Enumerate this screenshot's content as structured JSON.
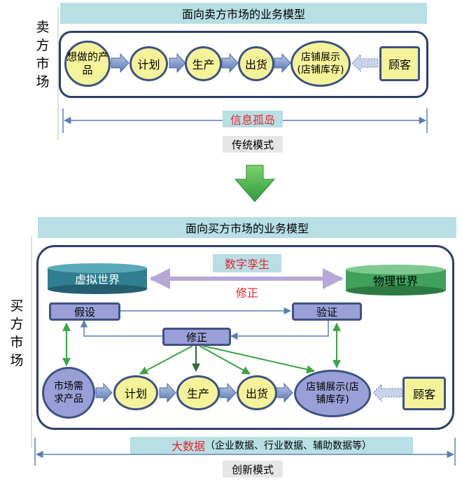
{
  "top": {
    "banner": "面向卖方市场的业务模型",
    "side_label": "卖方市场",
    "nodes": {
      "n1": "想做的产品",
      "n2": "计划",
      "n3": "生产",
      "n4": "出货",
      "n5": "店铺展示(店铺库存)",
      "customer": "顾客"
    },
    "island_label": "信息孤岛",
    "mode_label": "传统模式"
  },
  "bottom": {
    "banner": "面向买方市场的业务模型",
    "side_label": "买方市场",
    "virtual_world": "虚拟世界",
    "physical_world": "物理世界",
    "twin_label": "数字孪生",
    "correct_top": "修正",
    "hypothesis": "假设",
    "verify": "验证",
    "correct_mid": "修正",
    "nodes": {
      "n1": "市场需求产品",
      "n2": "计划",
      "n3": "生产",
      "n4": "出货",
      "n5": "店铺展示(店铺库存)",
      "customer": "顾客"
    },
    "bigdata_red": "大数据",
    "bigdata_rest": "（企业数据、行业数据、辅助数据等）",
    "mode_label": "创新模式"
  },
  "colors": {
    "banner": "#b7dfe4",
    "node_yellow": "#f4f39a",
    "node_purple": "#9a9fd8",
    "frame": "#2f3f6b",
    "red_text": "#e8242b",
    "green_arrow": "#3aa544",
    "virtual_cylinder": "#2f7e91",
    "physical_cylinder": "#3fa15a"
  }
}
